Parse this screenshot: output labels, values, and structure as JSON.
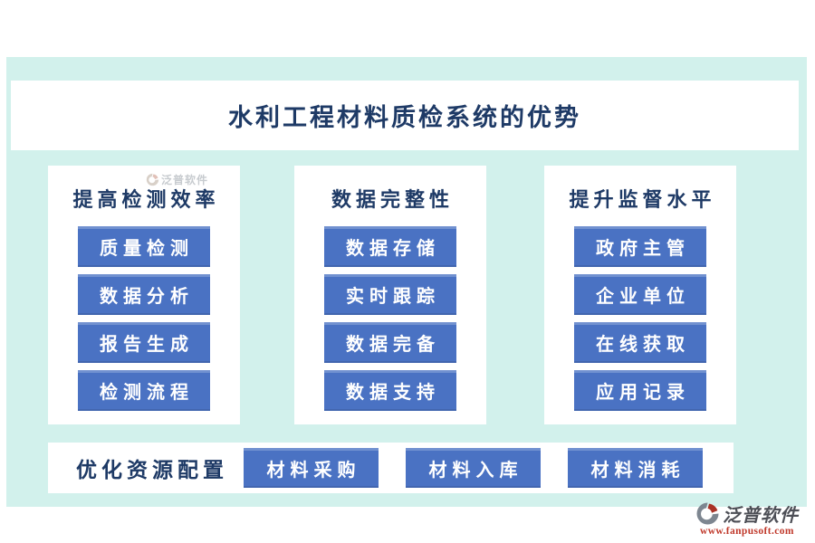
{
  "title": "水利工程材料质检系统的优势",
  "columns": [
    {
      "header": "提高检测效率",
      "items": [
        "质量检测",
        "数据分析",
        "报告生成",
        "检测流程"
      ]
    },
    {
      "header": "数据完整性",
      "items": [
        "数据存储",
        "实时跟踪",
        "数据完备",
        "数据支持"
      ]
    },
    {
      "header": "提升监督水平",
      "items": [
        "政府主管",
        "企业单位",
        "在线获取",
        "应用记录"
      ]
    }
  ],
  "bottom": {
    "label": "优化资源配置",
    "buttons": [
      "材料采购",
      "材料入库",
      "材料消耗"
    ]
  },
  "watermark": {
    "text": "泛普软件"
  },
  "branding": {
    "name": "泛普软件",
    "url": "www.fanpusoft.com"
  },
  "colors": {
    "background_mint": "#d2f1ec",
    "panel_white": "#ffffff",
    "button_blue": "#4a72c3",
    "title_navy": "#1e3a66",
    "brand_red": "#c0392b",
    "brand_gray": "#4d4f56"
  }
}
